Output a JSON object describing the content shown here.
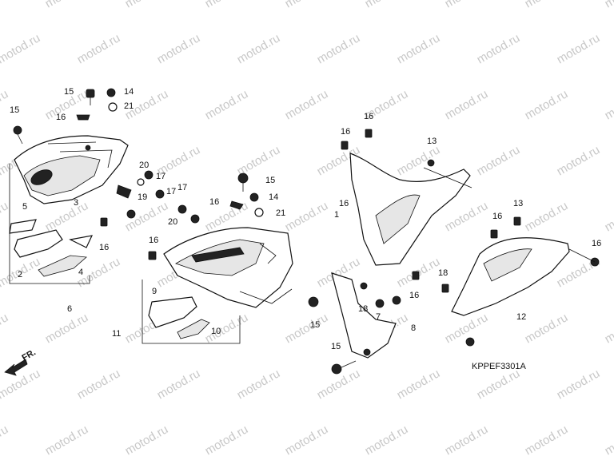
{
  "watermark": "motod.ru",
  "diagram_code": "KPPEF3301A",
  "direction_label": "FR.",
  "callouts": [
    "15",
    "14",
    "21",
    "16",
    "15",
    "20",
    "17",
    "19",
    "17",
    "5",
    "3",
    "16",
    "2",
    "4",
    "6",
    "17",
    "16",
    "15",
    "14",
    "20",
    "21",
    "16",
    "9",
    "11",
    "10",
    "15",
    "16",
    "16",
    "13",
    "1",
    "16",
    "16",
    "16",
    "13",
    "16",
    "18",
    "18",
    "7",
    "8",
    "12",
    "15"
  ]
}
